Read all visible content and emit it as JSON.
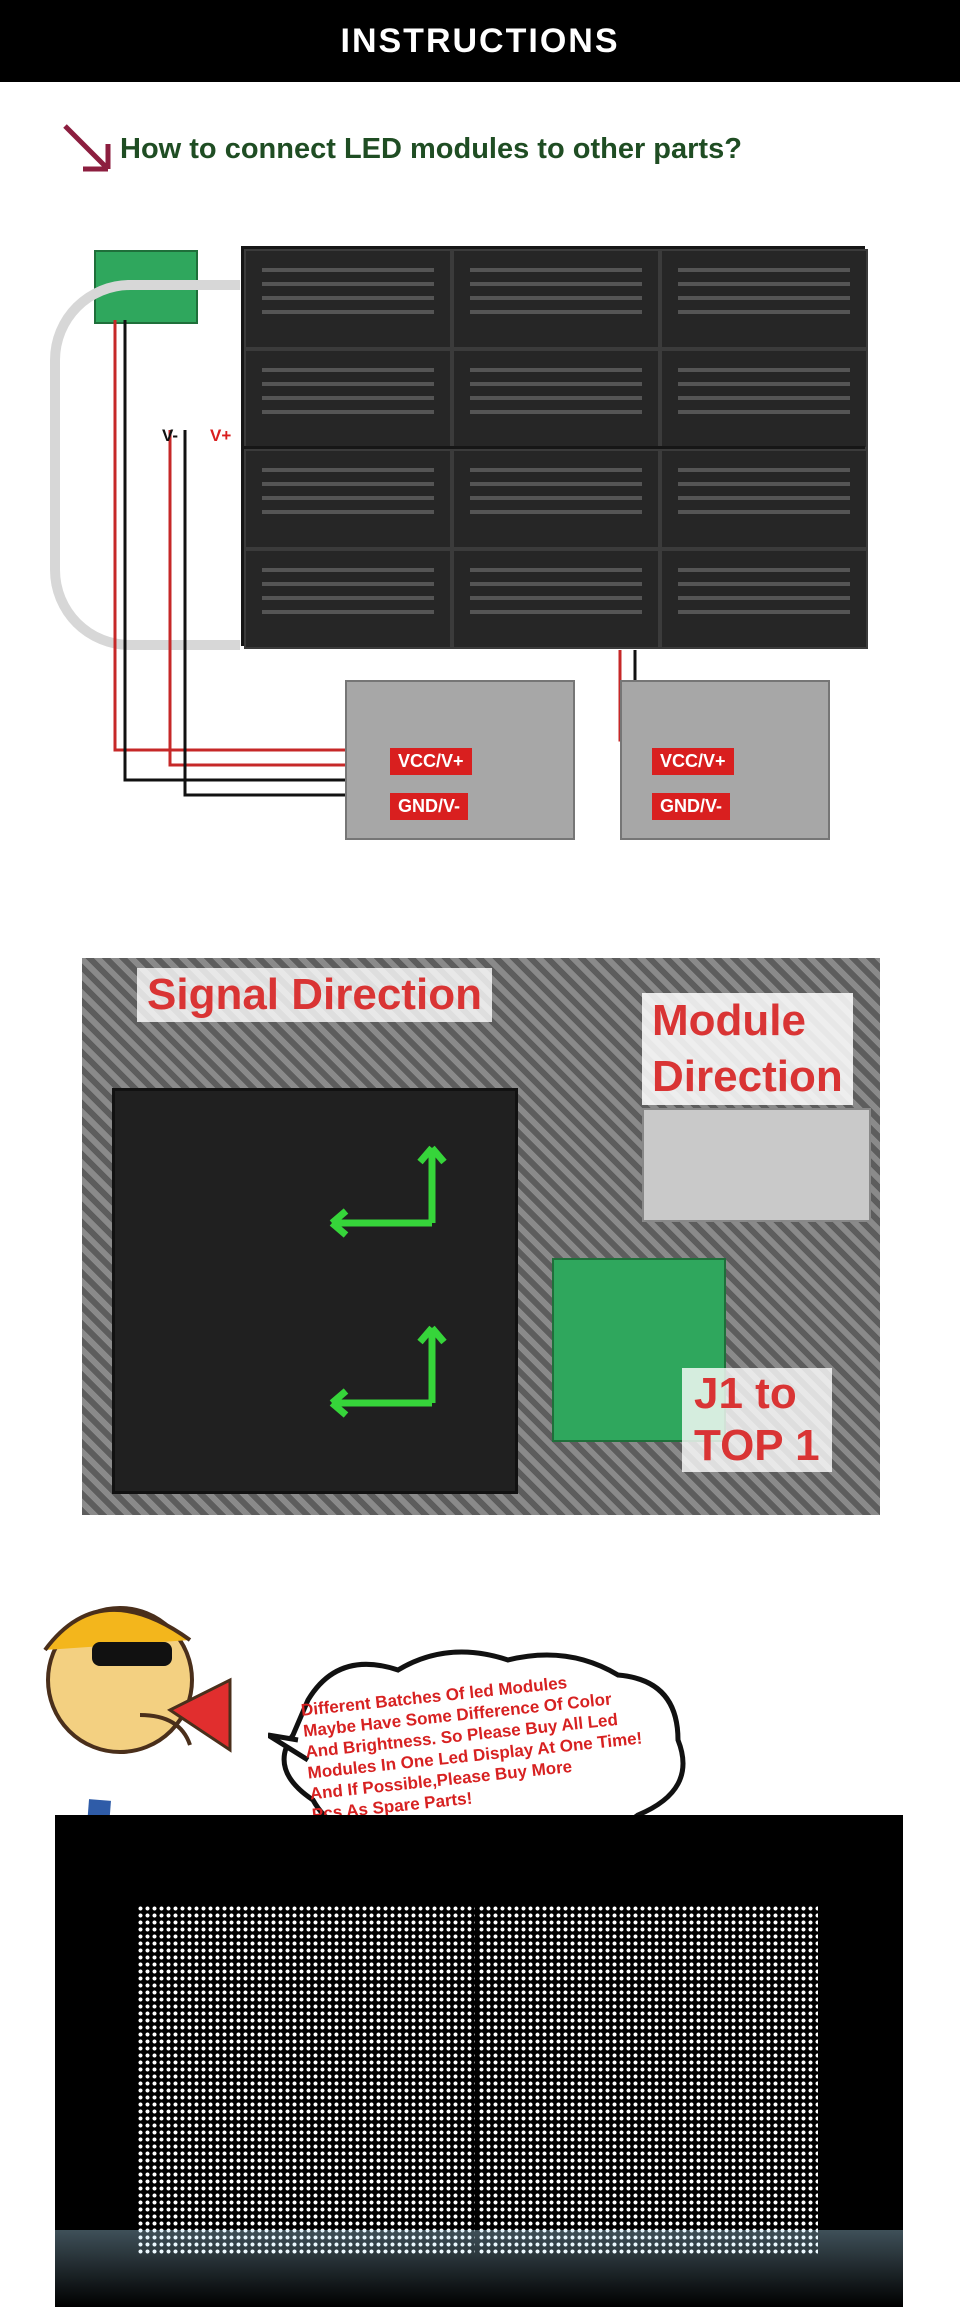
{
  "header": {
    "title": "INSTRUCTIONS"
  },
  "section1": {
    "title": "How to connect LED modules to other parts?",
    "labels": {
      "v_minus": "V-",
      "v_plus": "V+",
      "vcc_left": "VCC/V+",
      "gnd_left": "GND/V-",
      "vcc_right": "VCC/V+",
      "gnd_right": "GND/V-"
    }
  },
  "section2": {
    "signal_direction": "Signal Direction",
    "module_direction_line1": "Module",
    "module_direction_line2": "Direction",
    "j1_line1": "J1 to",
    "j1_line2": "TOP 1"
  },
  "section3": {
    "note_lines": [
      "Different Batches Of led Modules",
      "Maybe Have Some Difference Of Color",
      "And Brightness. So Please Buy All Led",
      "Modules In One Led Display At One Time!",
      "And If Possible,Please Buy More",
      "Pcs As Spare Parts!"
    ]
  },
  "colors": {
    "header_bg": "#000000",
    "title_green": "#1f4d23",
    "label_red": "#d91f1f"
  }
}
